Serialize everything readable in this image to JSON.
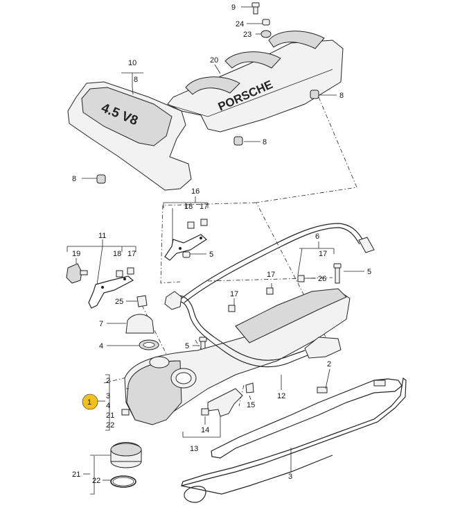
{
  "diagram": {
    "highlight_color": "#f2c21a",
    "engine_cover_text": "4.5 V8",
    "intake_cover_text": "PORSCHE",
    "callouts": {
      "c9": "9",
      "c24": "24",
      "c23": "23",
      "c20": "20",
      "c8a": "8",
      "c8b": "8",
      "c8c": "8",
      "c10": "10",
      "c8d": "8",
      "c16": "16",
      "c18a": "18",
      "c17a": "17",
      "c5a": "5",
      "c11": "11",
      "c19": "19",
      "c18b": "18",
      "c17b": "17",
      "c6": "6",
      "c17c": "17",
      "c5b": "5",
      "c17d": "17",
      "c26": "26",
      "c17e": "17",
      "c25": "25",
      "c7": "7",
      "c4a": "4",
      "c5c": "5",
      "c2a": "2",
      "c12": "12",
      "c15": "15",
      "c14": "14",
      "c13": "13",
      "c3a": "3",
      "c21a": "21",
      "c22a": "22",
      "g2": "2",
      "g1": "1",
      "g3": "3",
      "g4": "4",
      "g21": "21",
      "g22": "22"
    }
  }
}
